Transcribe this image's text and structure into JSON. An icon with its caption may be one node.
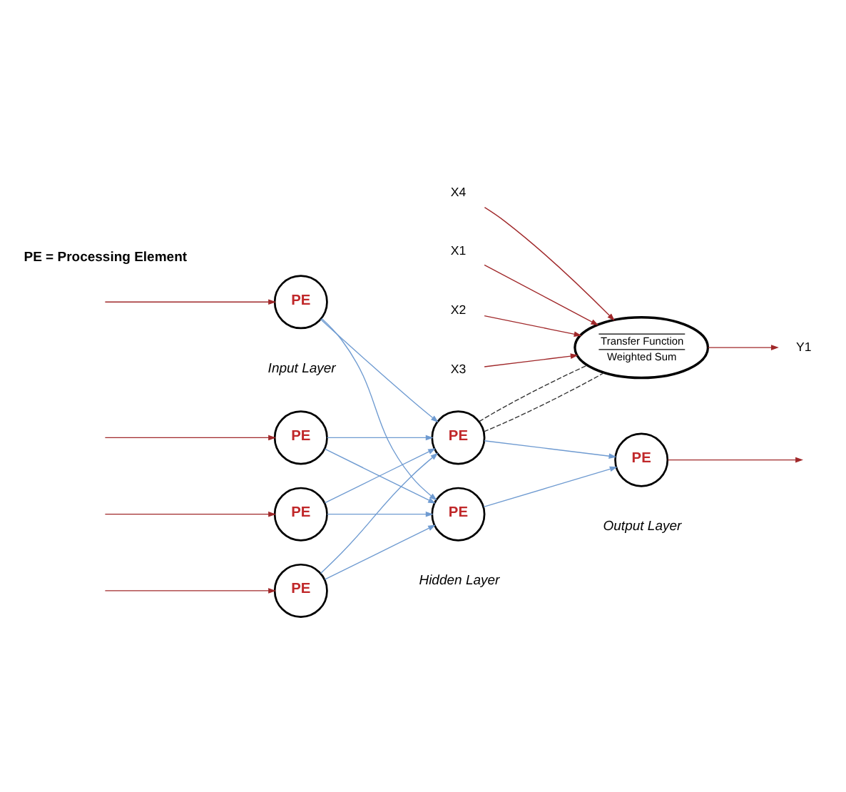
{
  "diagram": {
    "nodes": [
      {
        "text": [
          "Transfer Function",
          "Weighted Sum"
        ]
      },
      {
        "text": [
          "Y1"
        ]
      },
      {
        "text": [
          "X1"
        ]
      },
      {
        "text": [
          "X2"
        ]
      },
      {
        "text": [
          "X3"
        ]
      },
      {
        "text": [
          "X4"
        ]
      },
      {
        "text": [
          "PE"
        ]
      },
      {
        "text": [
          "PE"
        ]
      },
      {
        "text": [
          "PE"
        ]
      },
      {
        "text": [
          "PE"
        ]
      },
      {
        "text": [
          "PE"
        ]
      },
      {
        "text": [
          "PE"
        ]
      },
      {
        "text": [
          "PE"
        ]
      }
    ],
    "edges": [
      {
        "from": 0,
        "to": 1,
        "arrow": "to"
      },
      {
        "from": 2,
        "to": 0,
        "arrow": "to"
      },
      {
        "from": 3,
        "to": 0,
        "arrow": "to"
      },
      {
        "from": 4,
        "to": 0,
        "arrow": "to"
      },
      {
        "from": 5,
        "to": 0,
        "arrow": "to"
      },
      {
        "from": 10,
        "to": 0,
        "arrow": "none",
        "style": "dashed",
        "color": "#333333"
      },
      {
        "from": 10,
        "to": 0,
        "arrow": "none",
        "style": "dashed",
        "color": "#333333"
      },
      {
        "from": null,
        "to": 6,
        "arrow": "to"
      },
      {
        "from": null,
        "to": 7,
        "arrow": "to"
      },
      {
        "from": null,
        "to": 8,
        "arrow": "to"
      },
      {
        "from": null,
        "to": 9,
        "arrow": "to"
      },
      {
        "from": 6,
        "to": 10,
        "arrow": "to",
        "color": "#6f9bd1"
      },
      {
        "from": 6,
        "to": 11,
        "arrow": "to",
        "color": "#6f9bd1"
      },
      {
        "from": 7,
        "to": 10,
        "arrow": "to",
        "color": "#6f9bd1"
      },
      {
        "from": 7,
        "to": 11,
        "arrow": "to",
        "color": "#6f9bd1"
      },
      {
        "from": 8,
        "to": 10,
        "arrow": "to",
        "color": "#6f9bd1"
      },
      {
        "from": 8,
        "to": 11,
        "arrow": "to",
        "color": "#6f9bd1"
      },
      {
        "from": 9,
        "to": 10,
        "arrow": "to",
        "color": "#6f9bd1"
      },
      {
        "from": 9,
        "to": 11,
        "arrow": "to",
        "color": "#6f9bd1"
      },
      {
        "from": 10,
        "to": 12,
        "arrow": "to",
        "color": "#6f9bd1"
      },
      {
        "from": 11,
        "to": 12,
        "arrow": "to",
        "color": "#6f9bd1"
      },
      {
        "from": 12,
        "to": null,
        "arrow": "to"
      }
    ],
    "labels": [
      "PE = Processing Element",
      "Input Layer",
      "Hidden Layer",
      "Output Layer"
    ]
  }
}
